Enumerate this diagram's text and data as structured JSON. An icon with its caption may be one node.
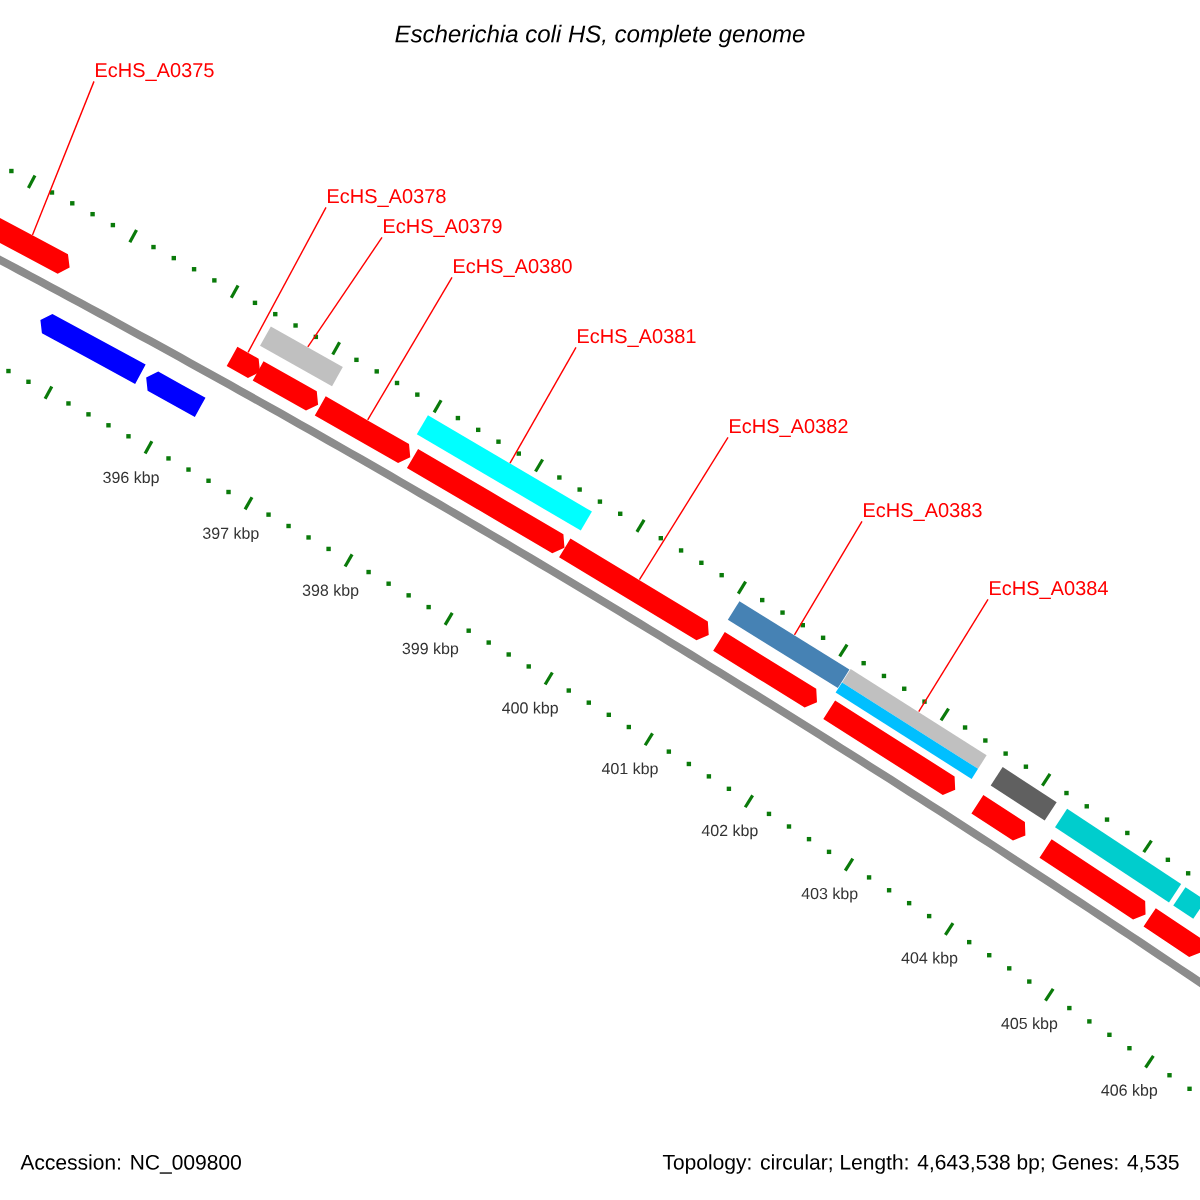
{
  "diagram": {
    "title": "Escherichia coli HS, complete genome",
    "nodes": [
      {
        "text": [
          "EcHS_A0375"
        ]
      },
      {
        "text": [
          "EcHS_A0378"
        ]
      },
      {
        "text": [
          "EcHS_A0379"
        ]
      },
      {
        "text": [
          "EcHS_A0380"
        ]
      },
      {
        "text": [
          "EcHS_A0381"
        ]
      },
      {
        "text": [
          "EcHS_A0382"
        ]
      },
      {
        "text": [
          "EcHS_A0383"
        ]
      },
      {
        "text": [
          "EcHS_A0384"
        ]
      },
      {
        "text": [],
        "shape": "pentagon"
      },
      {
        "text": [],
        "shape": "pentagon"
      },
      {
        "text": [],
        "shape": "pentagon"
      },
      {
        "text": [],
        "shape": "pentagon"
      },
      {
        "text": [],
        "shape": "bar"
      },
      {
        "text": [],
        "shape": "pentagon"
      },
      {
        "text": [],
        "shape": "pentagon"
      },
      {
        "text": [],
        "shape": "bar"
      },
      {
        "text": [],
        "shape": "pentagon"
      },
      {
        "text": [],
        "shape": "pentagon"
      },
      {
        "text": [],
        "shape": "bar"
      },
      {
        "text": [],
        "shape": "pentagon"
      },
      {
        "text": [],
        "shape": "bar"
      },
      {
        "text": [],
        "shape": "bar"
      },
      {
        "text": [],
        "shape": "pentagon"
      },
      {
        "text": [],
        "shape": "bar"
      },
      {
        "text": [],
        "shape": "pentagon"
      },
      {
        "text": [],
        "shape": "bar"
      },
      {
        "text": [],
        "shape": "pentagon"
      },
      {
        "text": [],
        "shape": "bar"
      },
      {
        "text": [],
        "shape": "pentagon"
      }
    ],
    "edges": [
      {
        "from": 0,
        "to": 8,
        "arrow": "none"
      },
      {
        "from": 1,
        "to": 11,
        "arrow": "none"
      },
      {
        "from": 2,
        "to": 12,
        "arrow": "none"
      },
      {
        "from": 3,
        "to": 14,
        "arrow": "none"
      },
      {
        "from": 4,
        "to": 15,
        "arrow": "none"
      },
      {
        "from": 5,
        "to": 17,
        "arrow": "none"
      },
      {
        "from": 6,
        "to": 18,
        "arrow": "none"
      },
      {
        "from": 7,
        "to": 20,
        "arrow": "none"
      }
    ],
    "labels": [
      "396 kbp",
      "397 kbp",
      "398 kbp",
      "399 kbp",
      "400 kbp",
      "401 kbp",
      "402 kbp",
      "403 kbp",
      "404 kbp",
      "405 kbp",
      "406 kbp",
      "Accession: NC_009800",
      "Topology: circular; Length: 4,643,538 bp; Genes: 4,535"
    ]
  }
}
